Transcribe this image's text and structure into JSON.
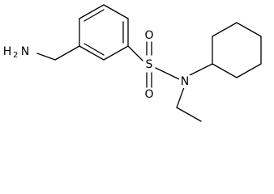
{
  "labels": {
    "amine_h": "H",
    "amine_sub": "2",
    "amine_n": "N",
    "sulfur": "S",
    "oxygen_top": "O",
    "oxygen_bottom": "O",
    "nitrogen": "N"
  }
}
